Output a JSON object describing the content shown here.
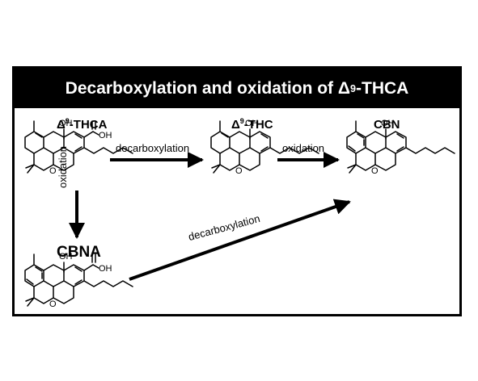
{
  "title": {
    "pre": "Decarboxylation and oxidation of Δ",
    "sup": "9",
    "post": "-THCA"
  },
  "compounds": {
    "thca": {
      "pre": "Δ",
      "sup": "9",
      "post": "-THCA"
    },
    "thc": {
      "pre": "Δ",
      "sup": "9",
      "post": "-THC"
    },
    "cbn": "CBN",
    "cbna": "CBNA"
  },
  "arrows": {
    "thca_to_thc": "decarboxylation",
    "thc_to_cbn": "oxidation",
    "thca_to_cbna": "oxidation",
    "cbna_to_cbn": "decarboxylation"
  },
  "atoms": {
    "oh": "OH",
    "o": "O"
  },
  "colors": {
    "ink": "#000000",
    "background": "#ffffff",
    "title_text": "#ffffff"
  }
}
